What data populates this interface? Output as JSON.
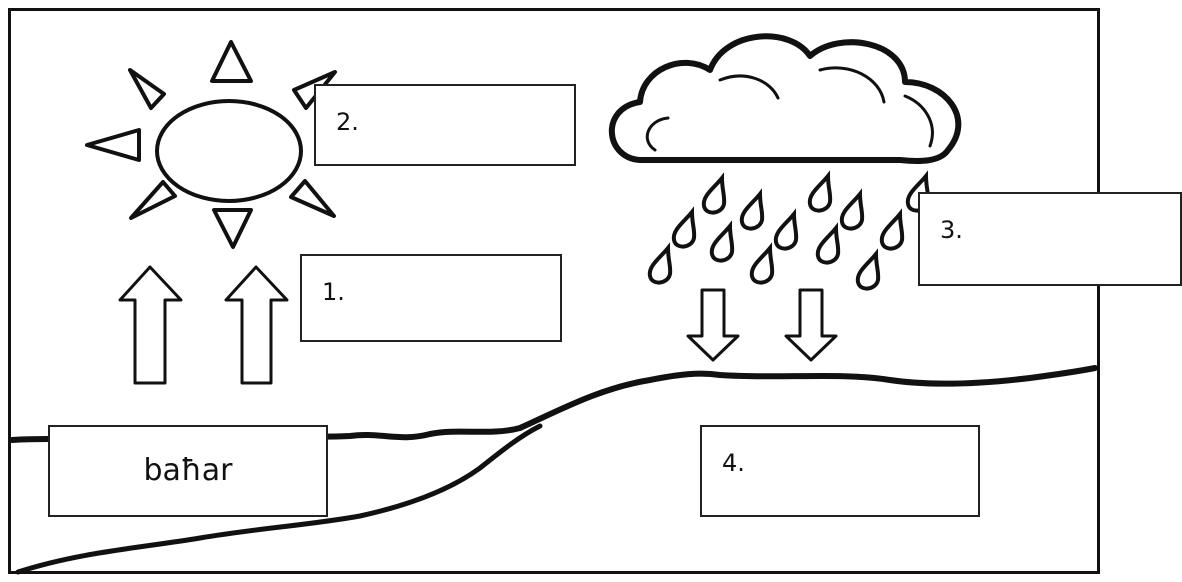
{
  "labels": {
    "box_1": "1.",
    "box_2": "2.",
    "box_3": "3.",
    "box_4": "4.",
    "box_sea": "baħar"
  },
  "colors": {
    "ink": "#111111",
    "paper": "#ffffff"
  },
  "icons": [
    "sun-icon",
    "cloud-icon",
    "raindrop-icon",
    "up-arrow-icon",
    "down-arrow-icon"
  ]
}
